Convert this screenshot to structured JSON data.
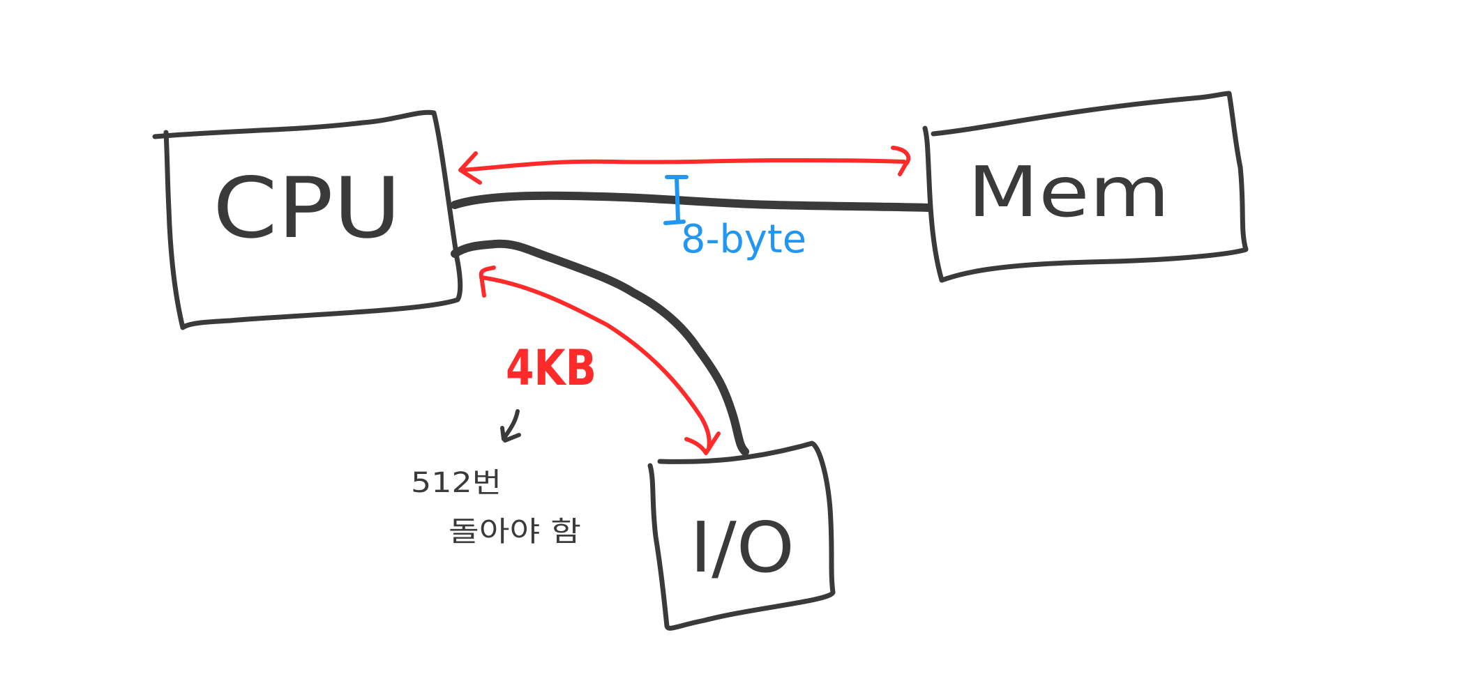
{
  "nodes": {
    "cpu": {
      "label": "CPU"
    },
    "mem": {
      "label": "Mem"
    },
    "io": {
      "label": "I/O"
    }
  },
  "annotations": {
    "bus_width": "8-byte",
    "io_block": "4KB",
    "note_line1": "512번",
    "note_line2": "돌아야 함"
  },
  "colors": {
    "ink": "#3a3a3a",
    "red": "#ff2a2a",
    "blue": "#2196f3"
  }
}
